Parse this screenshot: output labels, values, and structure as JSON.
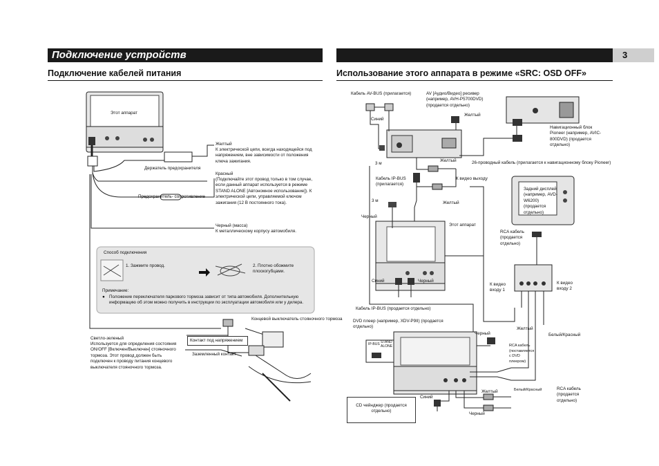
{
  "page_number": "3",
  "left": {
    "section_title": "Подключение устройств",
    "subtitle": "Подключение кабелей питания",
    "device_label": "Этот аппарат",
    "fuse_holder": "Держатель предохранителя",
    "fuse_resistor": "Предохранитель- сопротивление",
    "yellow_title": "Желтый",
    "yellow_desc": "К электрической цепи, всегда находящейся под напряжением, вне зависимости от положения ключа зажигания.",
    "red_title": "Красный",
    "red_desc": "(Подключайте этот провод только в том случае, если данный аппарат используется в режиме STAND ALONE [Автономное использование]). К электрической цепи, управляемой ключом зажигания (12 В постоянного тока).",
    "black_title": "Черный (масса)",
    "black_desc": "К металлическому корпусу автомобиля.",
    "method_title": "Способ подключения",
    "step1": "1. Зажмите провод.",
    "step2": "2. Плотно обожмите плоскогубцами.",
    "note_title": "Примечание:",
    "note_text": "Положение переключателя паркового тормоза зависит от типа автомобиля. Дополнительную информацию об этом можно получить в инструкции по эксплуатации автомобиля или у дилера.",
    "brake_switch": "Концевой выключатель стояночного тормоза",
    "lightgreen_title": "Светло-зеленый",
    "lightgreen_desc": "Используется для определения состояния ON/OFF [Включен/Выключен] стояночного тормоза. Этот провод должен быть подключен к проводу питания концевого выключателя стояночного тормоза.",
    "live_contact": "Контакт под напряжением",
    "ground_contact": "Заземленный контакт"
  },
  "right": {
    "subtitle": "Использование этого аппарата в режиме «SRC: OSD OFF»",
    "avbus_cable": "Кабель AV-BUS (прилагается)",
    "av_receiver": "AV [Аудио/Видео] ресивер (например, AVH-P5700DVD) (продается отдельно)",
    "yellow1": "Желтый",
    "blue1": "Синий",
    "nav_unit": "Навигационный блок Pioneer (например, AVIC-800DVD) (продается отдельно)",
    "m3a": "3 м",
    "yellow2": "Желтый",
    "cable26": "26-проводный кабель (прилагается к навигационному блоку Pioneer)",
    "ipbus1": "Кабель IP-BUS (прилагается)",
    "to_video_out": "К видео выходу",
    "rear_display": "Задний дисплей (например, AVD-W6200) (продается отдельно)",
    "m3b": "3 м",
    "yellow3": "Желтый",
    "black1": "Черный",
    "this_unit": "Этот аппарат",
    "rca_cable1": "RCA кабель (продается отдельно)",
    "blue2": "Синий",
    "black2": "Черный",
    "video_in1": "К видео входу 1",
    "video_in2": "К видео входу 2",
    "ipbus2": "Кабель IP-BUS (продается отдельно)",
    "dvd_player": "DVD плеер (например, XDV-P9II) (продается отдельно)",
    "black3": "Черный",
    "yellow4": "Желтый",
    "white_red1": "Белый/Красный",
    "switch_ipbus": "IP-BUS",
    "switch_stand": "STAND ALONE",
    "rca_dvd": "RCA кабель (поставляется с DVD плеером)",
    "yellow5": "Желтый",
    "white_red2": "Белый/Красный",
    "rca_cable2": "RCA кабель (продается отдельно)",
    "blue3": "Синий",
    "cd_changer": "CD чейнджер (продается отдельно)",
    "black4": "Черный"
  }
}
